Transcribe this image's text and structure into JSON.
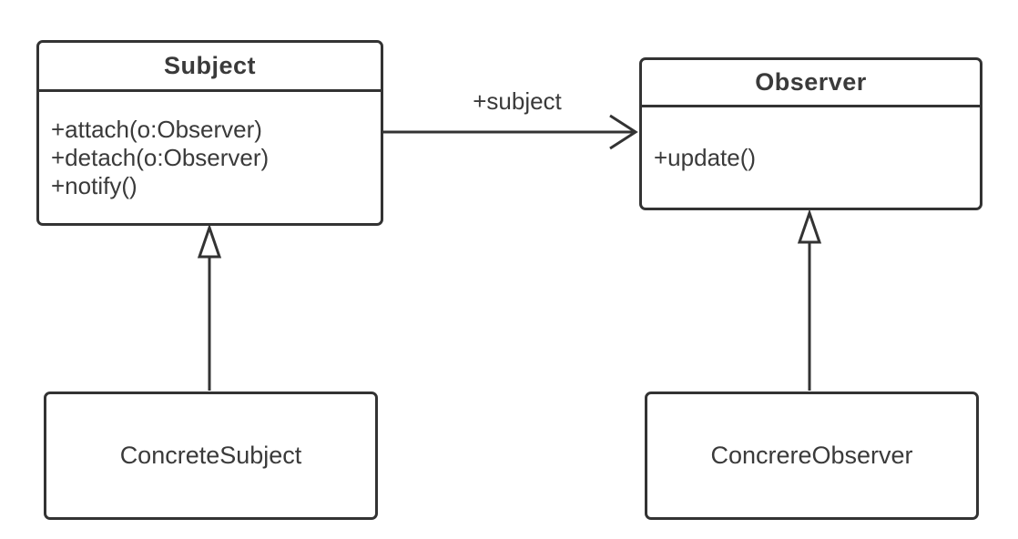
{
  "diagram": {
    "kind": "uml-class-diagram",
    "pattern": "Observer",
    "colors": {
      "stroke": "#333333",
      "text": "#3a3a3a",
      "background": "#ffffff"
    },
    "classes": [
      {
        "id": "subject",
        "name": "Subject",
        "methods": [
          "+attach(o:Observer)",
          "+detach(o:Observer)",
          "+notify()"
        ]
      },
      {
        "id": "observer",
        "name": "Observer",
        "methods": [
          "+update()"
        ]
      },
      {
        "id": "concrete-subject",
        "name": "ConcreteSubject",
        "methods": []
      },
      {
        "id": "concrere-observer",
        "name": "ConcrereObserver",
        "methods": []
      }
    ],
    "relations": [
      {
        "type": "association",
        "from": "Subject",
        "to": "Observer",
        "label": "+subject",
        "arrowhead": "open"
      },
      {
        "type": "generalization",
        "from": "ConcreteSubject",
        "to": "Subject",
        "arrowhead": "hollow-triangle"
      },
      {
        "type": "generalization",
        "from": "ConcrereObserver",
        "to": "Observer",
        "arrowhead": "hollow-triangle"
      }
    ]
  }
}
